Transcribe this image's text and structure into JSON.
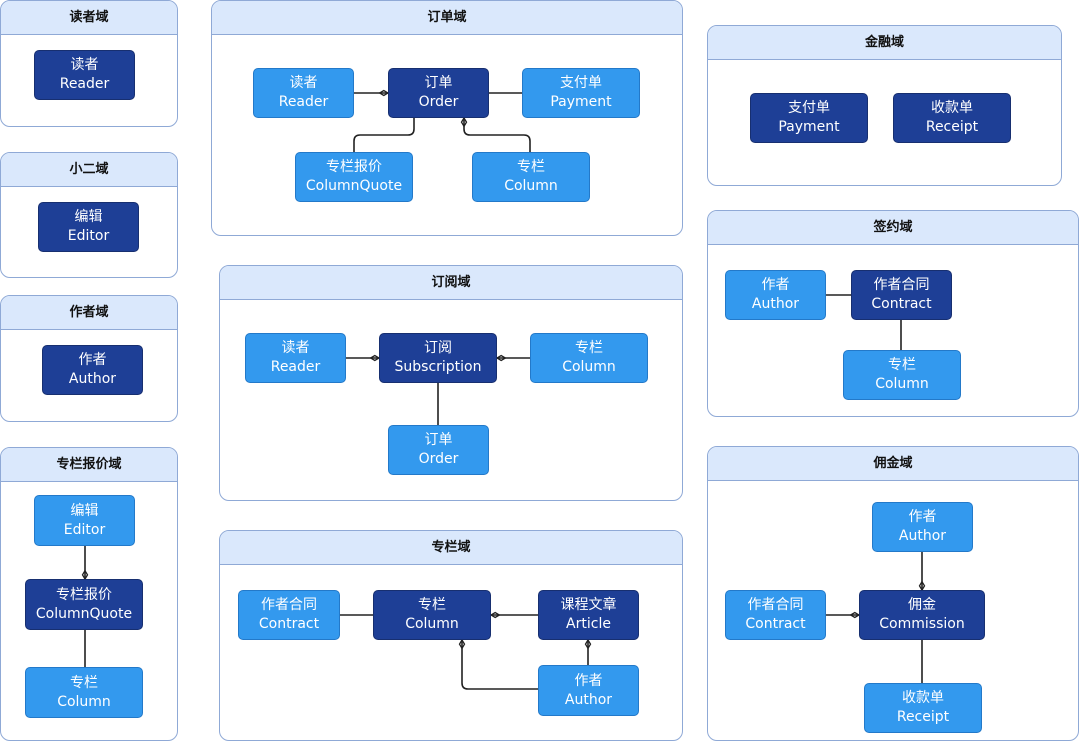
{
  "domains": {
    "reader": {
      "title": "读者域",
      "nodes": {
        "reader": {
          "cn": "读者",
          "en": "Reader"
        }
      }
    },
    "staff": {
      "title": "小二域",
      "nodes": {
        "editor": {
          "cn": "编辑",
          "en": "Editor"
        }
      }
    },
    "author": {
      "title": "作者域",
      "nodes": {
        "author": {
          "cn": "作者",
          "en": "Author"
        }
      }
    },
    "quote": {
      "title": "专栏报价域",
      "nodes": {
        "editor": {
          "cn": "编辑",
          "en": "Editor"
        },
        "quote": {
          "cn": "专栏报价",
          "en": "ColumnQuote"
        },
        "column": {
          "cn": "专栏",
          "en": "Column"
        }
      }
    },
    "order": {
      "title": "订单域",
      "nodes": {
        "reader": {
          "cn": "读者",
          "en": "Reader"
        },
        "order": {
          "cn": "订单",
          "en": "Order"
        },
        "payment": {
          "cn": "支付单",
          "en": "Payment"
        },
        "quote": {
          "cn": "专栏报价",
          "en": "ColumnQuote"
        },
        "column": {
          "cn": "专栏",
          "en": "Column"
        }
      }
    },
    "subscription": {
      "title": "订阅域",
      "nodes": {
        "reader": {
          "cn": "读者",
          "en": "Reader"
        },
        "subscription": {
          "cn": "订阅",
          "en": "Subscription"
        },
        "column": {
          "cn": "专栏",
          "en": "Column"
        },
        "order": {
          "cn": "订单",
          "en": "Order"
        }
      }
    },
    "column": {
      "title": "专栏域",
      "nodes": {
        "contract": {
          "cn": "作者合同",
          "en": "Contract"
        },
        "column": {
          "cn": "专栏",
          "en": "Column"
        },
        "article": {
          "cn": "课程文章",
          "en": "Article"
        },
        "author": {
          "cn": "作者",
          "en": "Author"
        }
      }
    },
    "finance": {
      "title": "金融域",
      "nodes": {
        "payment": {
          "cn": "支付单",
          "en": "Payment"
        },
        "receipt": {
          "cn": "收款单",
          "en": "Receipt"
        }
      }
    },
    "contract": {
      "title": "签约域",
      "nodes": {
        "author": {
          "cn": "作者",
          "en": "Author"
        },
        "contract": {
          "cn": "作者合同",
          "en": "Contract"
        },
        "column": {
          "cn": "专栏",
          "en": "Column"
        }
      }
    },
    "commission": {
      "title": "佣金域",
      "nodes": {
        "author": {
          "cn": "作者",
          "en": "Author"
        },
        "contract": {
          "cn": "作者合同",
          "en": "Contract"
        },
        "commission": {
          "cn": "佣金",
          "en": "Commission"
        },
        "receipt": {
          "cn": "收款单",
          "en": "Receipt"
        }
      }
    }
  },
  "colors": {
    "aggregate_root": "#1e3f96",
    "entity": "#3399ee",
    "header": "#dae8fc",
    "border": "#8fa9d6"
  }
}
